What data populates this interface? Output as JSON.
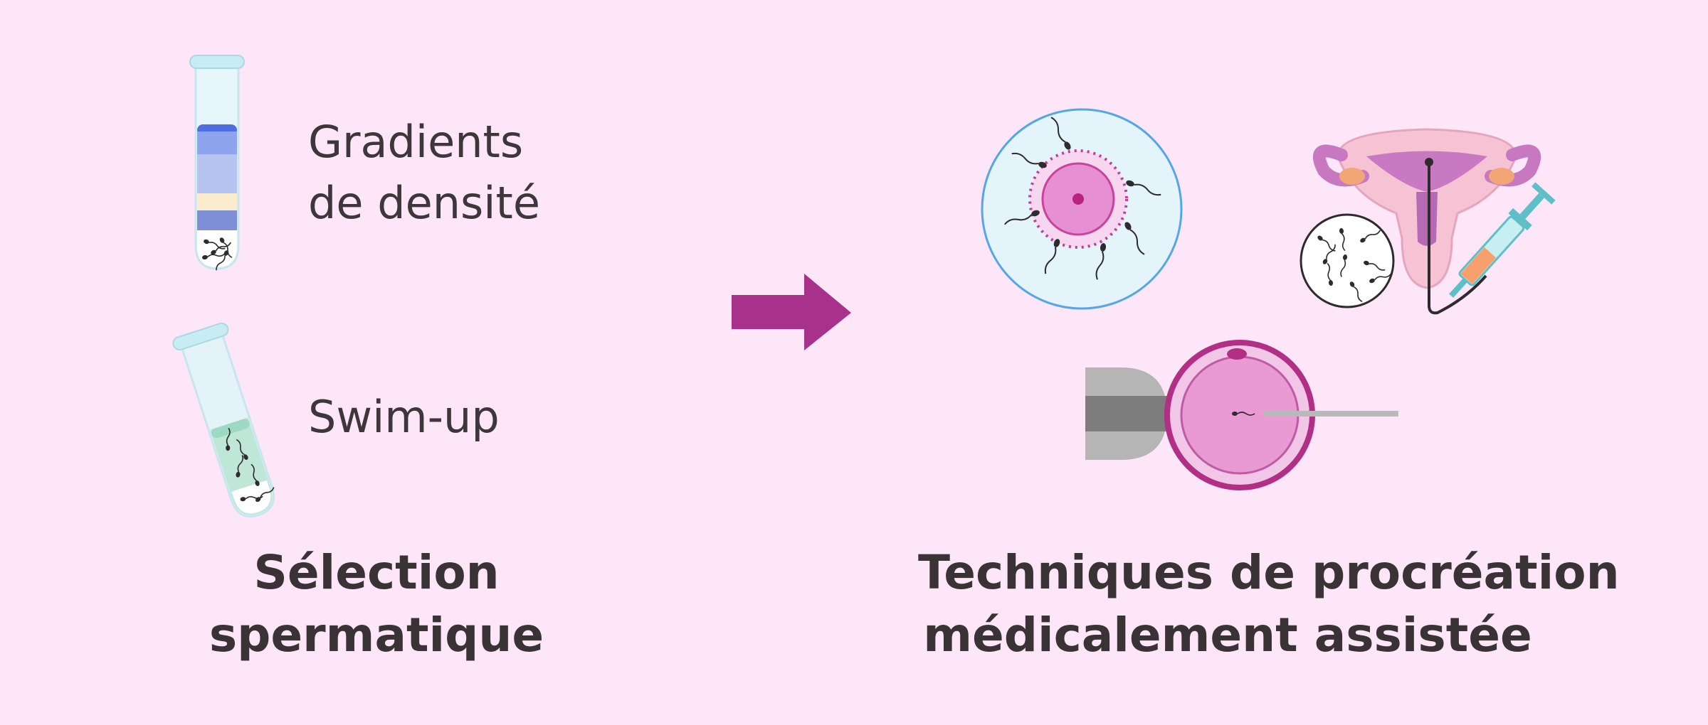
{
  "left": {
    "method_1": [
      "Gradients",
      "de densité"
    ],
    "method_2": "Swim-up",
    "caption": [
      "Sélection",
      "spermatique"
    ]
  },
  "right": {
    "caption": [
      "Techniques de procréation",
      "médicalement assistée"
    ]
  },
  "icons": [
    "density-gradient-tube-icon",
    "swim-up-tube-icon",
    "arrow-right-icon",
    "ivf-egg-sperm-icon",
    "artificial-insemination-uterus-icon",
    "sperm-sample-icon",
    "syringe-icon",
    "icsi-microinjection-icon"
  ],
  "colors": {
    "background": "#fde6f8",
    "arrow": "#a8318c",
    "text": "#3a3438"
  }
}
